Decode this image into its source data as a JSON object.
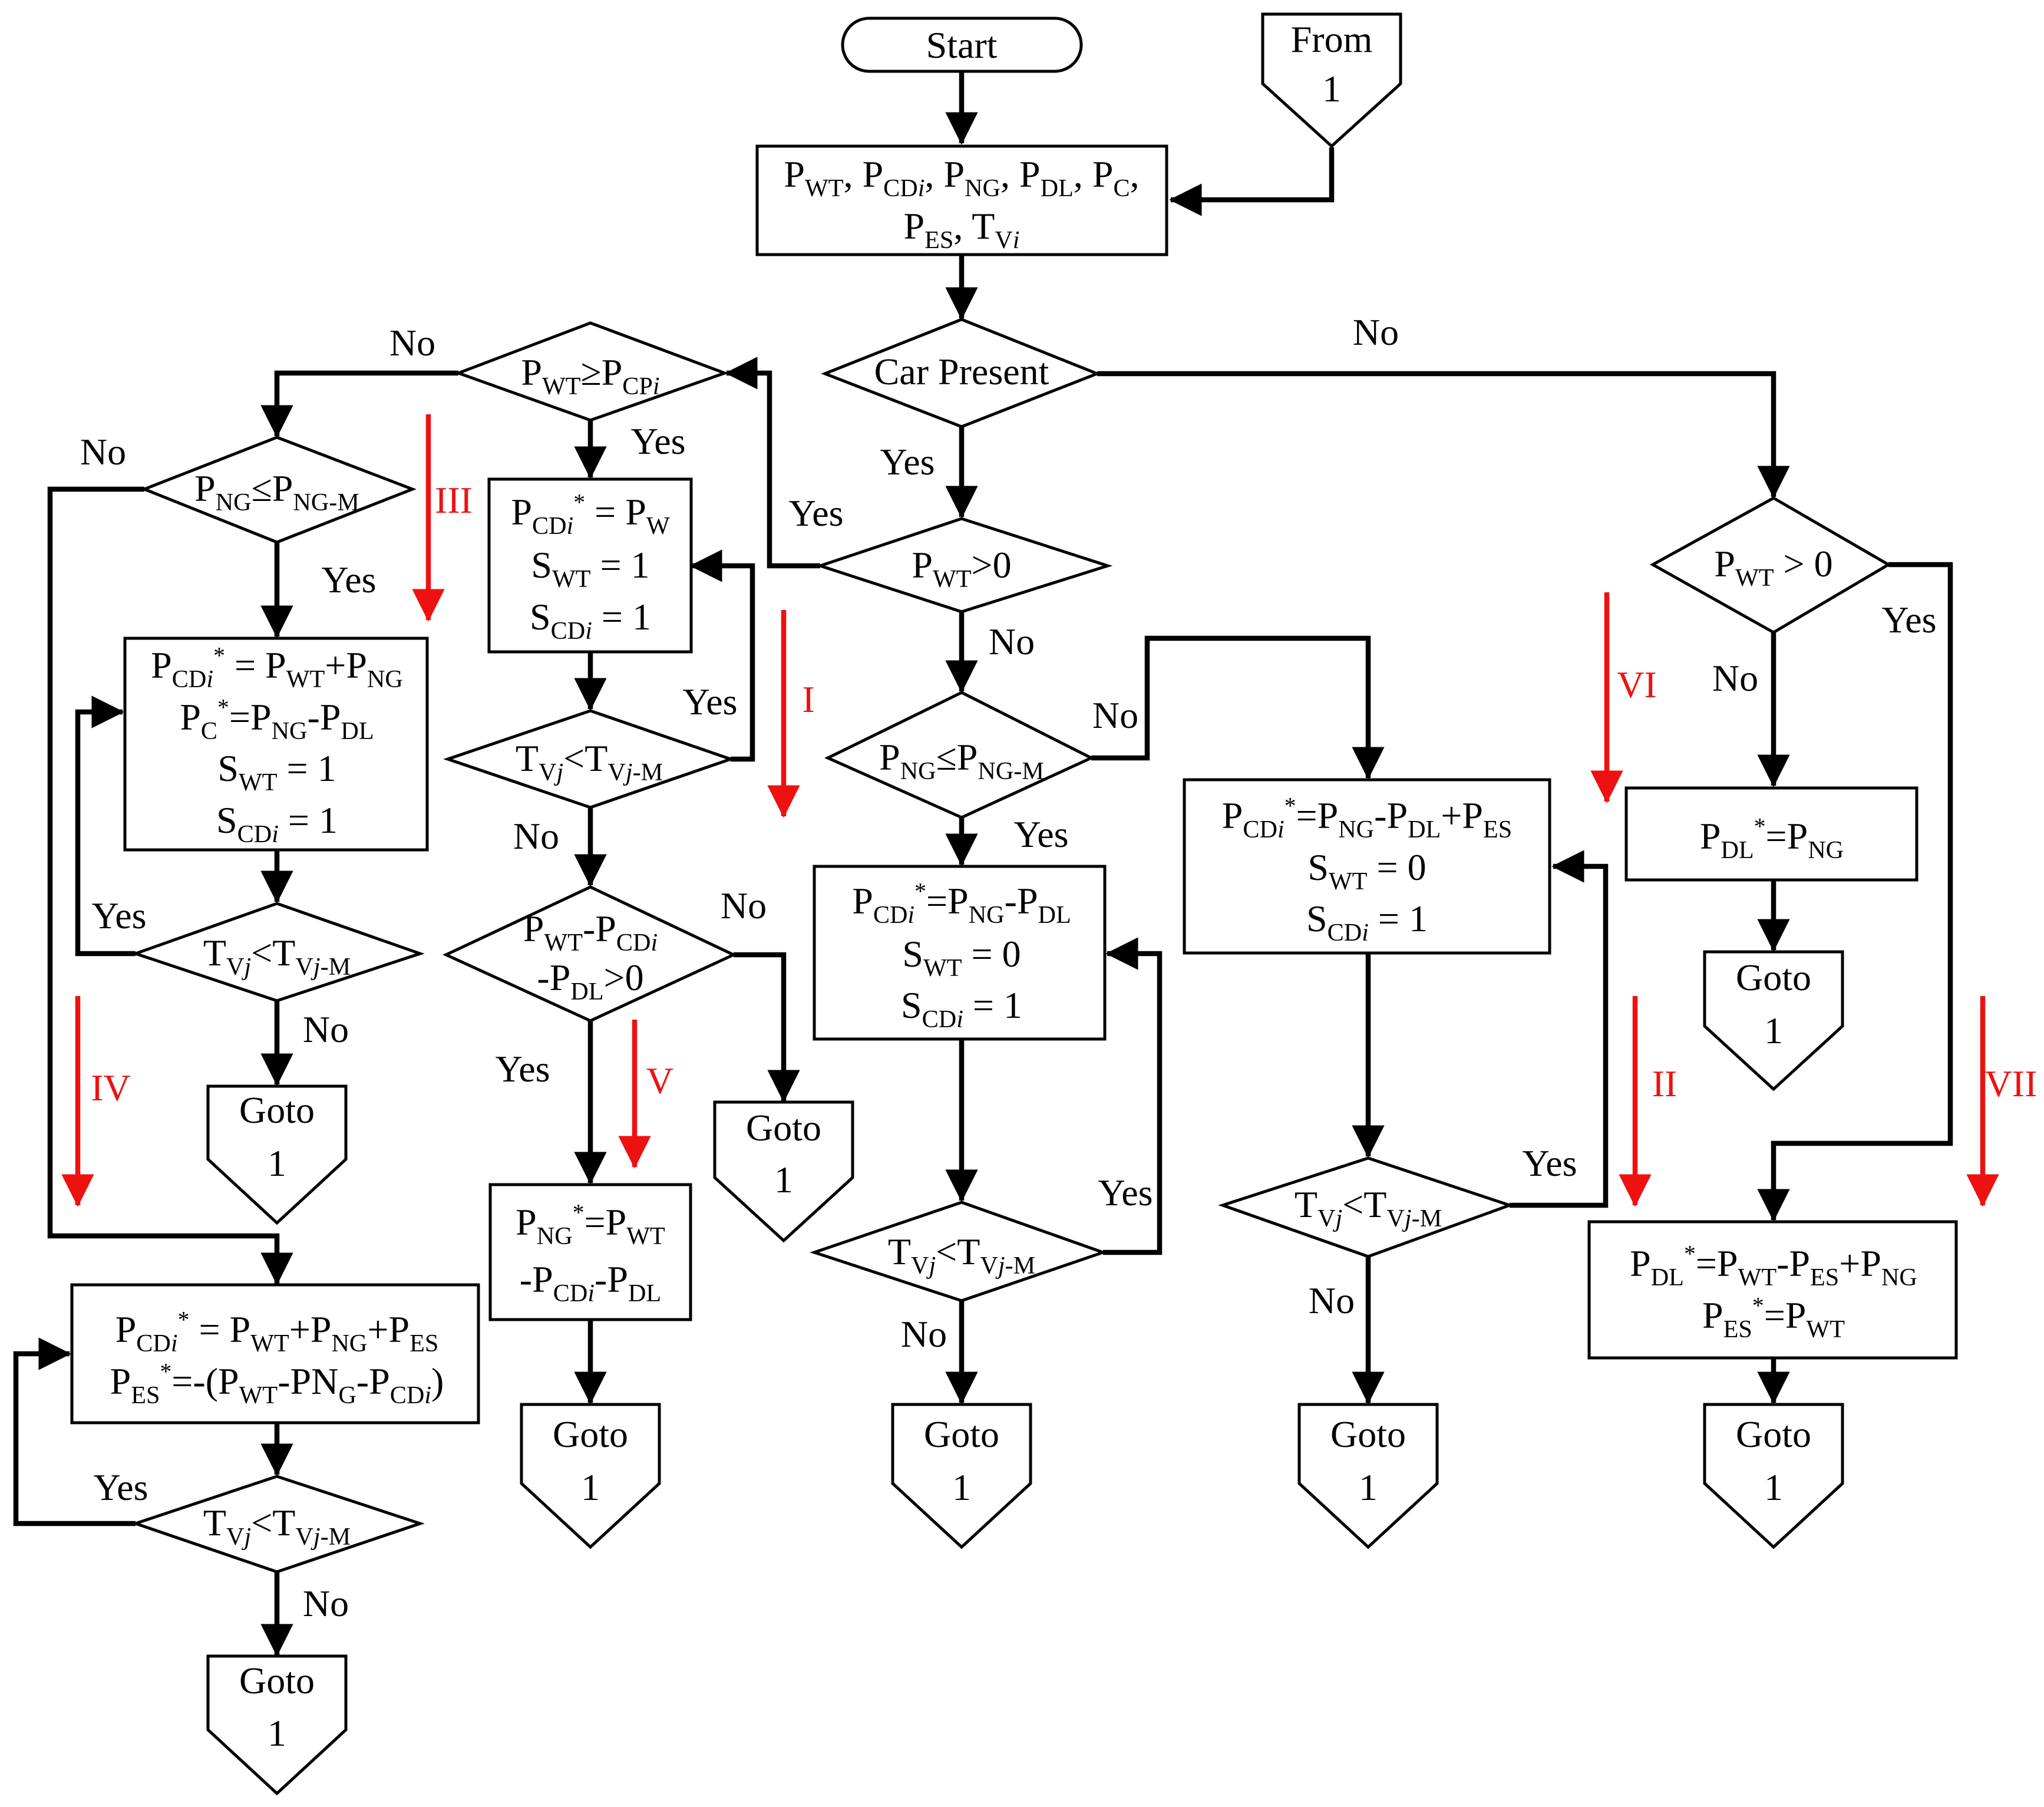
{
  "colors": {
    "line": "#000000",
    "region_arrow": "#ee1111"
  },
  "terminals": {
    "start": "Start"
  },
  "connectors": {
    "from_label": "From",
    "goto_label": "Goto",
    "number": "1"
  },
  "processes": {
    "inputs": {
      "l1": [
        [
          "P",
          ""
        ],
        [
          "WT",
          ""
        ],
        [
          ", P",
          ""
        ],
        [
          "CD",
          ""
        ],
        [
          "i",
          "i"
        ],
        [
          ", P",
          ""
        ],
        [
          "NG",
          ""
        ],
        [
          ", P",
          ""
        ],
        [
          "DL",
          ""
        ],
        [
          ", P",
          ""
        ],
        [
          "C",
          ""
        ],
        [
          ",",
          ""
        ]
      ],
      "l2": [
        [
          "P",
          ""
        ],
        [
          "ES",
          ""
        ],
        [
          ", T",
          ""
        ],
        [
          "V",
          ""
        ],
        [
          "i",
          "i"
        ]
      ]
    },
    "p1": {
      "l1": [
        [
          "P",
          ""
        ],
        [
          "CD",
          ""
        ],
        [
          "i",
          "i"
        ],
        [
          "*",
          ""
        ],
        [
          " = P",
          ""
        ],
        [
          "W",
          ""
        ]
      ],
      "l2": [
        [
          "S",
          ""
        ],
        [
          "WT",
          ""
        ],
        [
          " = 1",
          ""
        ]
      ],
      "l3": [
        [
          "S",
          ""
        ],
        [
          "CD",
          ""
        ],
        [
          "i",
          "i"
        ],
        [
          " = 1",
          ""
        ]
      ]
    },
    "p3": {
      "l1": [
        [
          "P",
          ""
        ],
        [
          "CD",
          ""
        ],
        [
          "i",
          "i"
        ],
        [
          "*",
          ""
        ],
        [
          " = P",
          ""
        ],
        [
          "WT",
          ""
        ],
        [
          "+P",
          ""
        ],
        [
          "NG",
          ""
        ]
      ],
      "l2": [
        [
          "P",
          ""
        ],
        [
          "C",
          ""
        ],
        [
          "*",
          ""
        ],
        [
          "=P",
          ""
        ],
        [
          "NG",
          ""
        ],
        [
          "-P",
          ""
        ],
        [
          "DL",
          ""
        ]
      ],
      "l3": [
        [
          "S",
          ""
        ],
        [
          "WT",
          ""
        ],
        [
          " = 1",
          ""
        ]
      ],
      "l4": [
        [
          "S",
          ""
        ],
        [
          "CD",
          ""
        ],
        [
          "i",
          "i"
        ],
        [
          " = 1",
          ""
        ]
      ]
    },
    "p4": {
      "l1": [
        [
          "P",
          ""
        ],
        [
          "CD",
          ""
        ],
        [
          "i",
          "i"
        ],
        [
          "*",
          ""
        ],
        [
          " = P",
          ""
        ],
        [
          "WT",
          ""
        ],
        [
          "+P",
          ""
        ],
        [
          "NG",
          ""
        ],
        [
          "+P",
          ""
        ],
        [
          "ES",
          ""
        ]
      ],
      "l2": [
        [
          "P",
          ""
        ],
        [
          "ES",
          ""
        ],
        [
          "*",
          ""
        ],
        [
          "=-(P",
          ""
        ],
        [
          "WT",
          ""
        ],
        [
          "-PN",
          ""
        ],
        [
          "G",
          ""
        ],
        [
          "-P",
          ""
        ],
        [
          "CD",
          ""
        ],
        [
          "i",
          "i"
        ],
        [
          ")",
          ""
        ]
      ]
    },
    "p5": {
      "l1": [
        [
          "P",
          ""
        ],
        [
          "NG",
          ""
        ],
        [
          "*",
          ""
        ],
        [
          "=P",
          ""
        ],
        [
          "WT",
          ""
        ]
      ],
      "l2": [
        [
          "-P",
          ""
        ],
        [
          "CD",
          ""
        ],
        [
          "i",
          "i"
        ],
        [
          "-P",
          ""
        ],
        [
          "DL",
          ""
        ]
      ]
    },
    "p2": {
      "l1": [
        [
          "P",
          ""
        ],
        [
          "CD",
          ""
        ],
        [
          "i",
          "i"
        ],
        [
          "*",
          ""
        ],
        [
          "=P",
          ""
        ],
        [
          "NG",
          ""
        ],
        [
          "-P",
          ""
        ],
        [
          "DL",
          ""
        ]
      ],
      "l2": [
        [
          "S",
          ""
        ],
        [
          "WT",
          ""
        ],
        [
          " = 0",
          ""
        ]
      ],
      "l3": [
        [
          "S",
          ""
        ],
        [
          "CD",
          ""
        ],
        [
          "i",
          "i"
        ],
        [
          " = 1",
          ""
        ]
      ]
    },
    "p6": {
      "l1": [
        [
          "P",
          ""
        ],
        [
          "CD",
          ""
        ],
        [
          "i",
          "i"
        ],
        [
          "*",
          ""
        ],
        [
          "=P",
          ""
        ],
        [
          "NG",
          ""
        ],
        [
          "-P",
          ""
        ],
        [
          "DL",
          ""
        ],
        [
          "+P",
          ""
        ],
        [
          "ES",
          ""
        ]
      ],
      "l2": [
        [
          "S",
          ""
        ],
        [
          "WT",
          ""
        ],
        [
          " = 0",
          ""
        ]
      ],
      "l3": [
        [
          "S",
          ""
        ],
        [
          "CD",
          ""
        ],
        [
          "i",
          "i"
        ],
        [
          " = 1",
          ""
        ]
      ]
    },
    "p7": {
      "l1": [
        [
          "P",
          ""
        ],
        [
          "DL",
          ""
        ],
        [
          "*",
          ""
        ],
        [
          "=P",
          ""
        ],
        [
          "NG",
          ""
        ]
      ]
    },
    "p8": {
      "l1": [
        [
          "P",
          ""
        ],
        [
          "DL",
          ""
        ],
        [
          "*",
          ""
        ],
        [
          "=P",
          ""
        ],
        [
          "WT",
          ""
        ],
        [
          "-P",
          ""
        ],
        [
          "ES",
          ""
        ],
        [
          "+P",
          ""
        ],
        [
          "NG",
          ""
        ]
      ],
      "l2": [
        [
          "P",
          ""
        ],
        [
          "ES",
          ""
        ],
        [
          "*",
          ""
        ],
        [
          "=P",
          ""
        ],
        [
          "WT",
          ""
        ]
      ]
    }
  },
  "decisions": {
    "car_present": {
      "l1": [
        [
          "Car Present",
          ""
        ]
      ]
    },
    "pwt_pos": {
      "l1": [
        [
          "P",
          ""
        ],
        [
          "WT",
          ""
        ],
        [
          ">0",
          ""
        ]
      ]
    },
    "pwt_pos_r": {
      "l1": [
        [
          "P",
          ""
        ],
        [
          "WT",
          ""
        ],
        [
          " > 0",
          ""
        ]
      ]
    },
    "pwt_pcp": {
      "l1": [
        [
          "P",
          ""
        ],
        [
          "WT",
          ""
        ],
        [
          "≥P",
          ""
        ],
        [
          "CP",
          ""
        ],
        [
          "i",
          "i"
        ]
      ]
    },
    "png_le": {
      "l1": [
        [
          "P",
          ""
        ],
        [
          "NG",
          ""
        ],
        [
          "≤P",
          ""
        ],
        [
          "NG-M",
          ""
        ]
      ]
    },
    "tv": {
      "l1": [
        [
          "T",
          ""
        ],
        [
          "V",
          ""
        ],
        [
          "j",
          "i"
        ],
        [
          "<T",
          ""
        ],
        [
          "V",
          ""
        ],
        [
          "j",
          "i"
        ],
        [
          "-M",
          ""
        ]
      ]
    },
    "pwt_minus": {
      "l1": [
        [
          "P",
          ""
        ],
        [
          "WT",
          ""
        ],
        [
          "-P",
          ""
        ],
        [
          "CD",
          ""
        ],
        [
          "i",
          "i"
        ]
      ],
      "l2": [
        [
          "-P",
          ""
        ],
        [
          "DL",
          ""
        ],
        [
          ">0",
          ""
        ]
      ]
    }
  },
  "branch_labels": {
    "yes": "Yes",
    "no": "No"
  },
  "regions": [
    "I",
    "II",
    "III",
    "IV",
    "V",
    "VI",
    "VII"
  ]
}
